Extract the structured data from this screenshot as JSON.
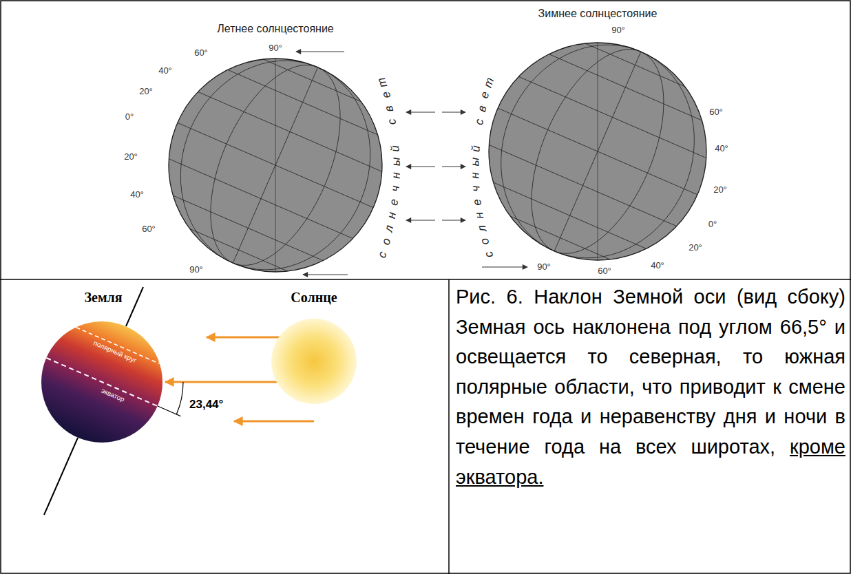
{
  "diagram": {
    "caption": "Рис. 6. Наклон Земной оси (вид сбоку)",
    "labels": [
      "Летнее солнцестояние",
      "Зимнее солнцестояние",
      "60°",
      "90°",
      "40°",
      "20°",
      "0°",
      "20°",
      "40°",
      "60°",
      "90°",
      "90°",
      "60°",
      "40°",
      "20°",
      "0°",
      "20°",
      "40°",
      "90°",
      "60°",
      "солнечный свет",
      "солнечный свет",
      "Земля",
      "Солнце",
      "полярный круг",
      "экватор",
      "23,44°",
      "Земная ось наклонена под углом 66,5° и освещается то северная, то южная полярные области, что приводит к смене времен года и неравенству дня и ночи в течение года на всех широтах,",
      "кроме экватора."
    ]
  }
}
